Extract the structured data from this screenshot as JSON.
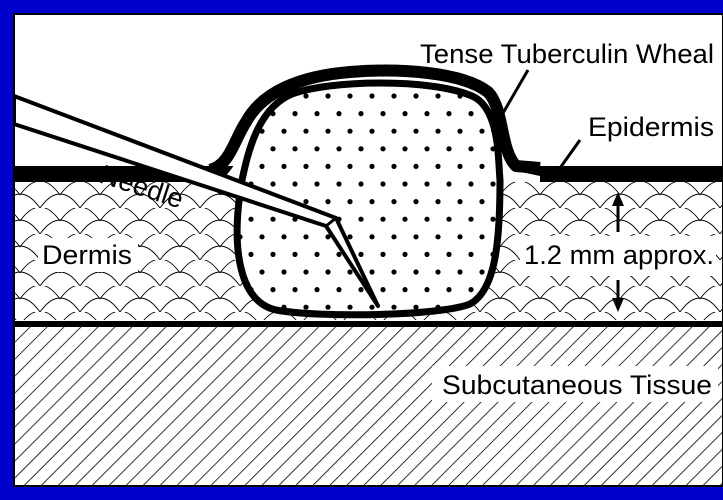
{
  "labels": {
    "wheal": "Tense Tuberculin Wheal",
    "epidermis": "Epidermis",
    "needle": "Needle",
    "dermis": "Dermis",
    "depth": "1.2 mm approx.",
    "subcutaneous": "Subcutaneous Tissue"
  },
  "colors": {
    "frame": "#0000cc",
    "background": "#ffffff",
    "ink": "#000000"
  }
}
